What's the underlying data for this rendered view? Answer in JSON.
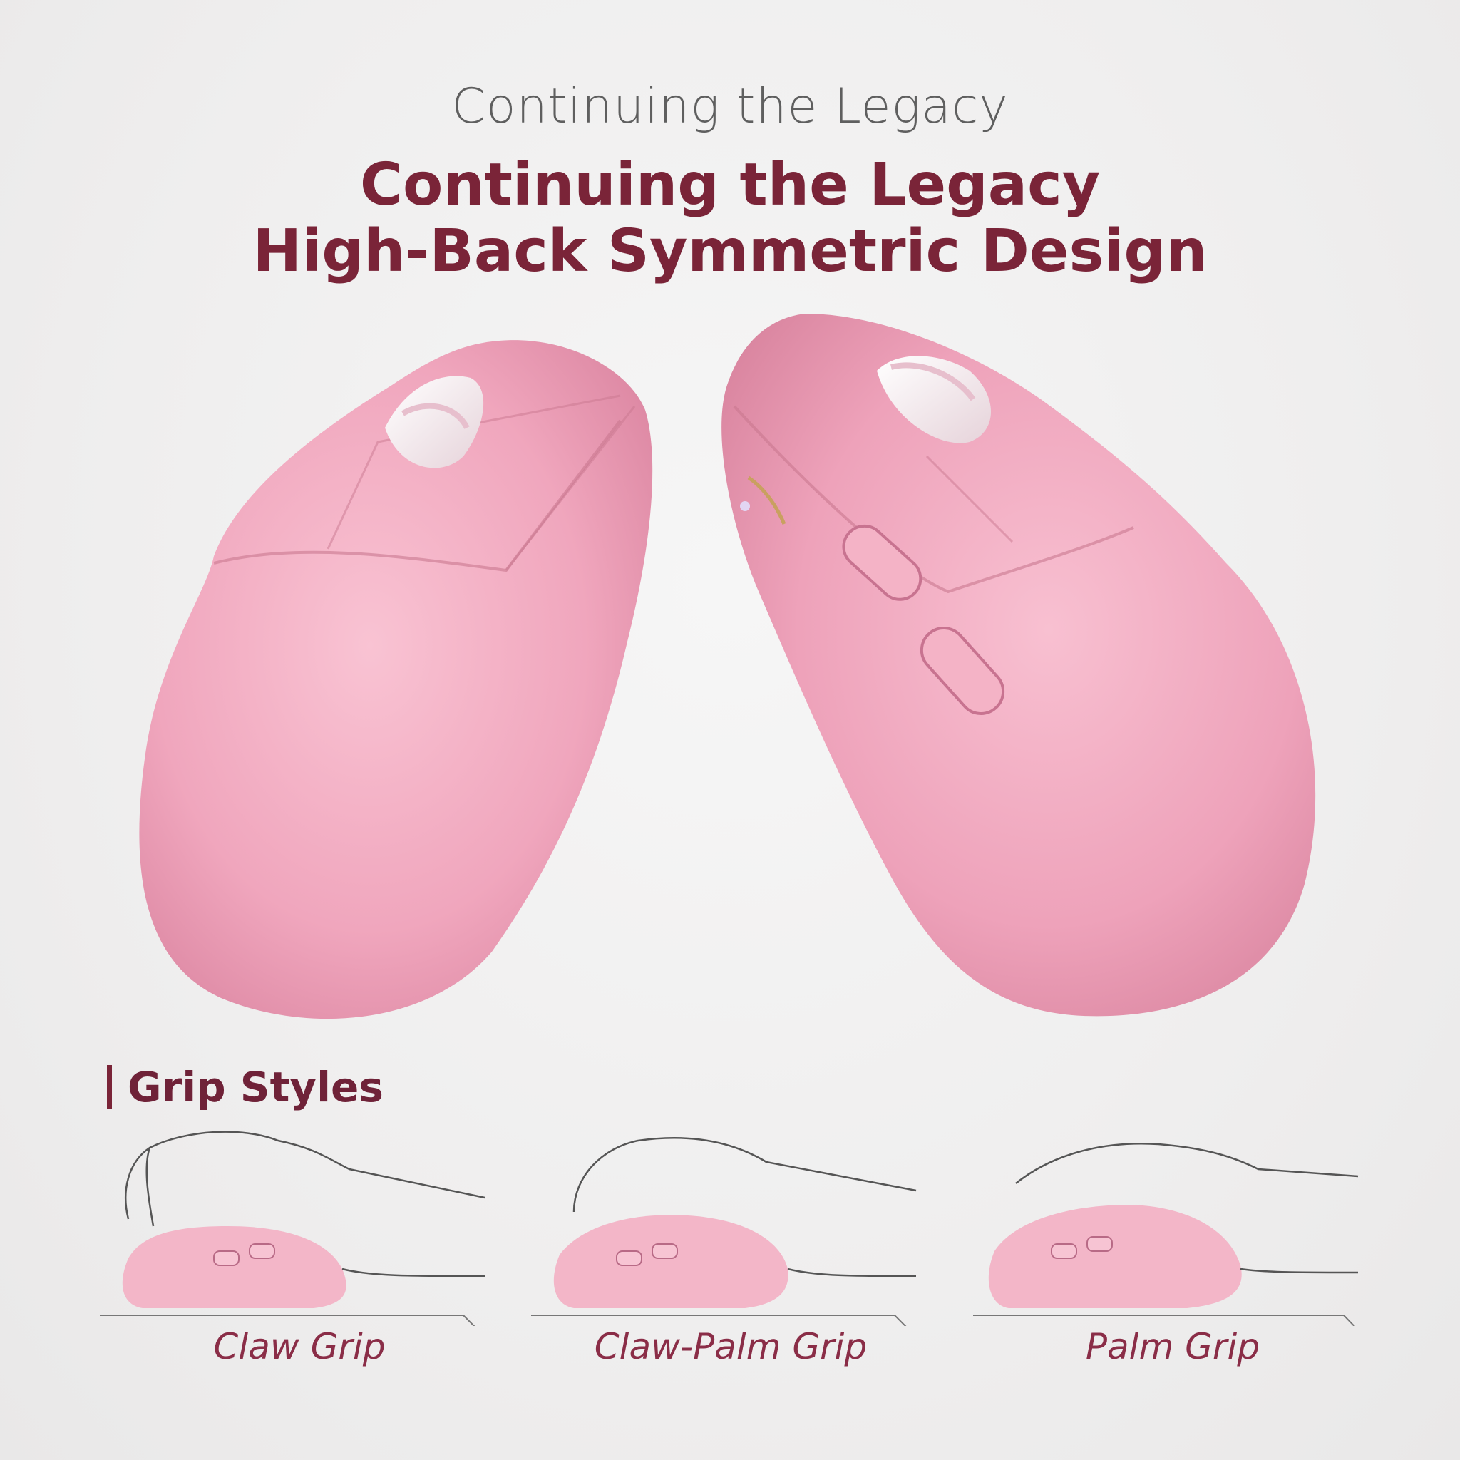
{
  "header": {
    "subtitle": "Continuing the Legacy",
    "title_line1": "Continuing the Legacy",
    "title_line2": "High-Back Symmetric Design"
  },
  "grip_section": {
    "heading": "Grip Styles",
    "styles": [
      {
        "label": "Claw Grip"
      },
      {
        "label": "Claw-Palm Grip"
      },
      {
        "label": "Palm Grip"
      }
    ]
  },
  "colors": {
    "title": "#7a2438",
    "subtitle": "#5f5f5f",
    "mouse_pink": "#f2a9c0",
    "grip_label": "#8a2d47"
  }
}
